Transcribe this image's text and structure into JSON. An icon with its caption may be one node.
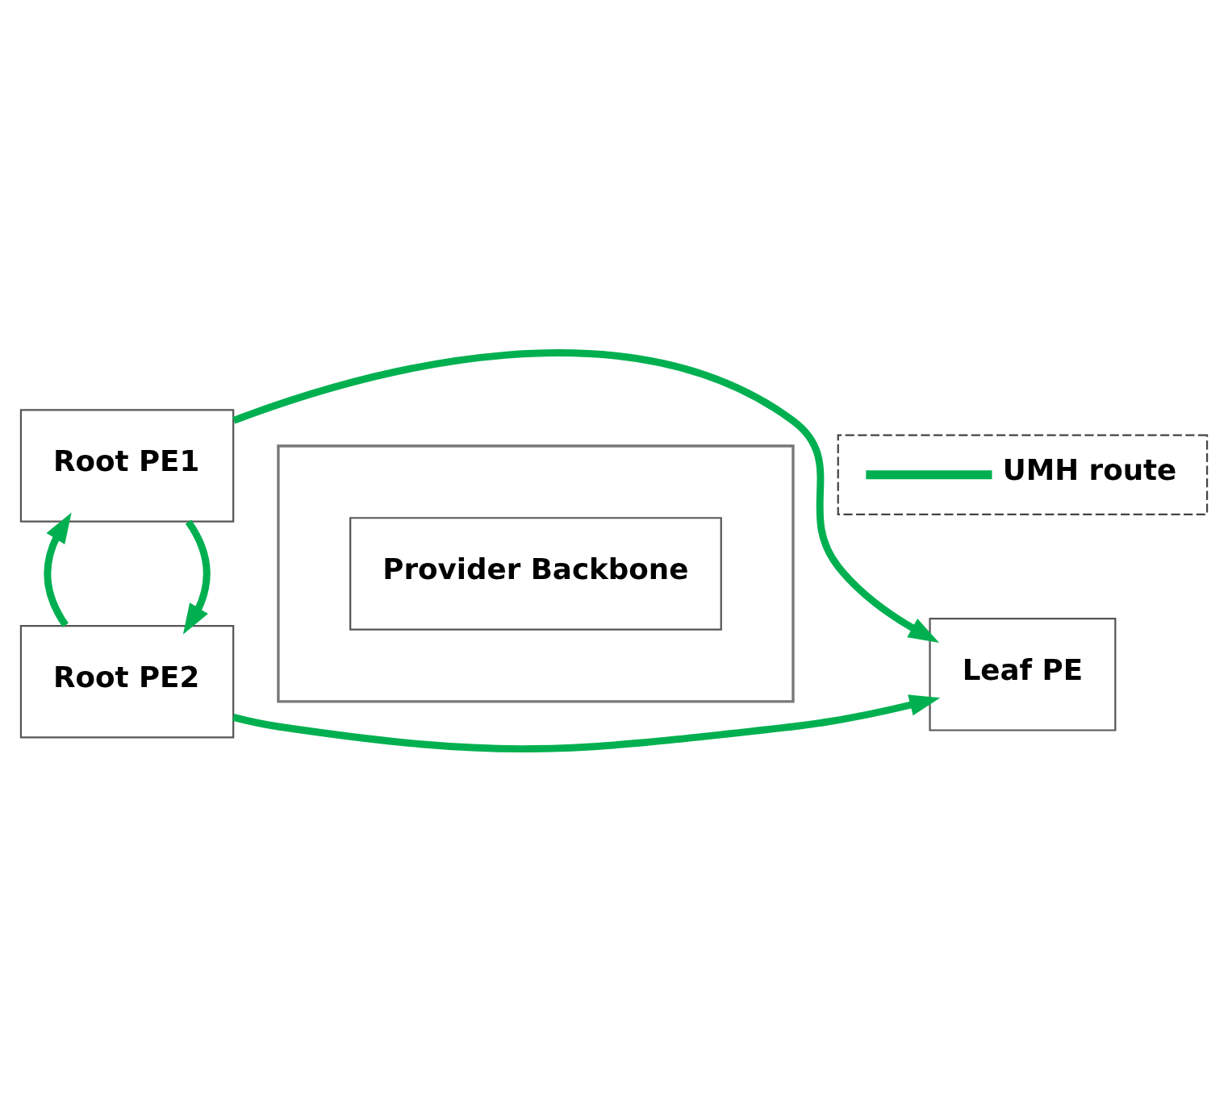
{
  "diagram": {
    "nodes": [
      {
        "text": [],
        "shape": "box"
      },
      {
        "text": [
          "Root PE1"
        ]
      },
      {
        "text": [
          "Provider Backbone"
        ],
        "in": 0
      },
      {
        "text": [
          "Leaf PE"
        ]
      },
      {
        "text": [
          "Root PE2"
        ]
      }
    ],
    "edges": [
      {
        "from": 1,
        "to": 3,
        "arrow": "to"
      },
      {
        "from": 1,
        "to": 4,
        "arrow": "to"
      },
      {
        "from": 4,
        "to": 1,
        "arrow": "to"
      },
      {
        "from": 4,
        "to": 3,
        "arrow": "to"
      }
    ],
    "legend": [
      {
        "text": "UMH route"
      }
    ]
  }
}
